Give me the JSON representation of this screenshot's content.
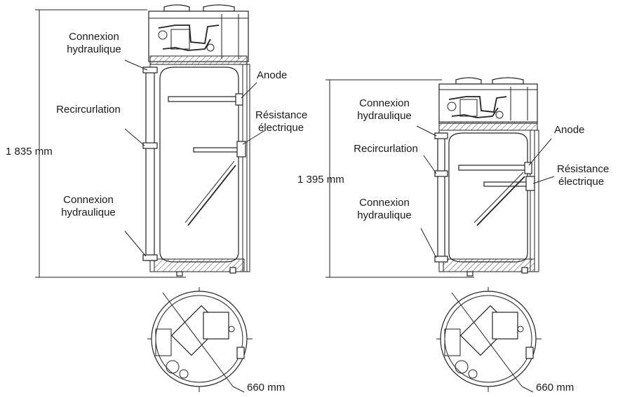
{
  "tall_unit": {
    "height_label": "1 835 mm",
    "labels": {
      "top_connection_line1": "Connexion",
      "top_connection_line2": "hydraulique",
      "recirculation": "Recircurlation",
      "bottom_connection_line1": "Connexion",
      "bottom_connection_line2": "hydraulique",
      "anode": "Anode",
      "resistance_line1": "Résistance",
      "resistance_line2": "électrique"
    },
    "diameter_label": "660 mm"
  },
  "short_unit": {
    "height_label": "1 395 mm",
    "labels": {
      "top_connection_line1": "Connexion",
      "top_connection_line2": "hydraulique",
      "recirculation": "Recircurlation",
      "bottom_connection_line1": "Connexion",
      "bottom_connection_line2": "hydraulique",
      "anode": "Anode",
      "resistance_line1": "Résistance",
      "resistance_line2": "électrique"
    },
    "diameter_label": "660 mm"
  }
}
